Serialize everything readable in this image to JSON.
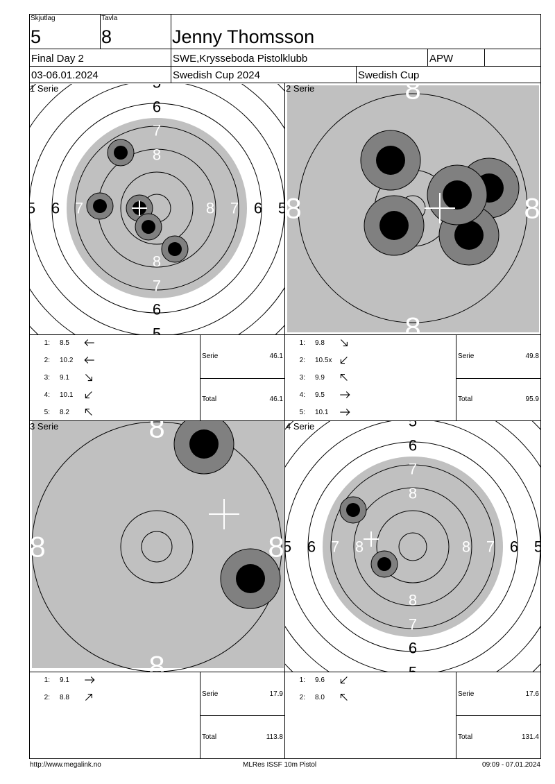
{
  "header": {
    "squad_label": "Skjutlag",
    "squad_value": "5",
    "lane_label": "Tavla",
    "lane_value": "8",
    "shooter_name": "Jenny Thomsson",
    "round": "Final Day 2",
    "club": "SWE,Krysseboda Pistolklubb",
    "class": "APW",
    "dates": "03-06.01.2024",
    "event": "Swedish Cup 2024",
    "series_name": "Swedish Cup"
  },
  "series": [
    {
      "title": "1 Serie",
      "zoom": "low",
      "shots": [
        {
          "n": "1:",
          "score": "8.5",
          "arrow": "left"
        },
        {
          "n": "2:",
          "score": "10.2",
          "arrow": "left"
        },
        {
          "n": "3:",
          "score": "9.1",
          "arrow": "down-right"
        },
        {
          "n": "4:",
          "score": "10.1",
          "arrow": "down-left"
        },
        {
          "n": "5:",
          "score": "8.2",
          "arrow": "up-left"
        }
      ],
      "serie_label": "Serie",
      "serie_total": "46.1",
      "total_label": "Total",
      "running_total": "46.1"
    },
    {
      "title": "2 Serie",
      "zoom": "high",
      "shots": [
        {
          "n": "1:",
          "score": "9.8",
          "arrow": "down-right"
        },
        {
          "n": "2:",
          "score": "10.5x",
          "arrow": "down-left"
        },
        {
          "n": "3:",
          "score": "9.9",
          "arrow": "up-left"
        },
        {
          "n": "4:",
          "score": "9.5",
          "arrow": "right"
        },
        {
          "n": "5:",
          "score": "10.1",
          "arrow": "right"
        }
      ],
      "serie_label": "Serie",
      "serie_total": "49.8",
      "total_label": "Total",
      "running_total": "95.9"
    },
    {
      "title": "3 Serie",
      "zoom": "high",
      "shots": [
        {
          "n": "1:",
          "score": "9.1",
          "arrow": "right"
        },
        {
          "n": "2:",
          "score": "8.8",
          "arrow": "up-right"
        }
      ],
      "serie_label": "Serie",
      "serie_total": "17.9",
      "total_label": "Total",
      "running_total": "113.8"
    },
    {
      "title": "4 Serie",
      "zoom": "low",
      "shots": [
        {
          "n": "1:",
          "score": "9.6",
          "arrow": "down-left"
        },
        {
          "n": "2:",
          "score": "8.0",
          "arrow": "up-left"
        }
      ],
      "serie_label": "Serie",
      "serie_total": "17.6",
      "total_label": "Total",
      "running_total": "131.4"
    }
  ],
  "target_labels": {
    "low": [
      "5",
      "6",
      "7",
      "8"
    ],
    "high": [
      "8"
    ]
  },
  "footer": {
    "url": "http://www.megalink.no",
    "software": "MLRes ISSF 10m Pistol",
    "timestamp": "09:09 - 07.01.2024"
  },
  "colors": {
    "target_gray": "#c0c0c0",
    "hole_outer": "#808080",
    "hole_inner": "#000000",
    "line": "#000000"
  }
}
